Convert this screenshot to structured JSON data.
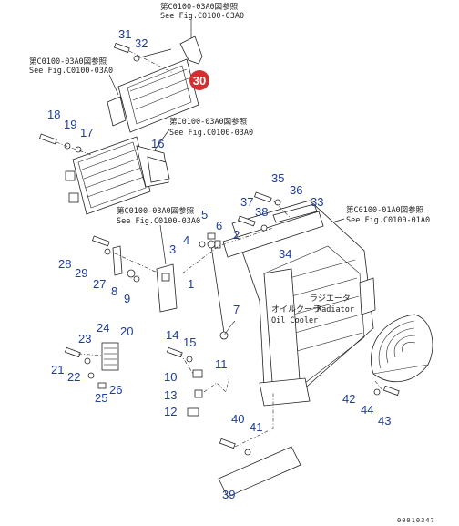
{
  "refs": {
    "top_jp": "第C0100-03A0図参照",
    "top_en": "See Fig.C0100-03A0",
    "left_jp": "第C0100-03A0図参照",
    "left_en": "See Fig.C0100-03A0",
    "mid_jp": "第C0100-03A0図参照",
    "mid_en": "See Fig.C0100-03A0",
    "lower_jp": "第C0100-03A0図参照",
    "lower_en": "See Fig.C0100-03A0",
    "right_jp": "第C0100-01A0図参照",
    "right_en": "See Fig.C0100-01A0"
  },
  "labels": {
    "radiator_jp": "ラジエータ",
    "radiator_en": "Radiator",
    "oilcooler_jp": "オイルクーラ",
    "oilcooler_en": "Oil Cooler"
  },
  "highlight": {
    "number": "30",
    "color": "#d32f2f"
  },
  "callout_color": "#1d3c9c",
  "callouts": [
    {
      "n": "1"
    },
    {
      "n": "2"
    },
    {
      "n": "3"
    },
    {
      "n": "4"
    },
    {
      "n": "5"
    },
    {
      "n": "6"
    },
    {
      "n": "7"
    },
    {
      "n": "8"
    },
    {
      "n": "9"
    },
    {
      "n": "10"
    },
    {
      "n": "11"
    },
    {
      "n": "12"
    },
    {
      "n": "13"
    },
    {
      "n": "14"
    },
    {
      "n": "15"
    },
    {
      "n": "16"
    },
    {
      "n": "17"
    },
    {
      "n": "18"
    },
    {
      "n": "19"
    },
    {
      "n": "20"
    },
    {
      "n": "21"
    },
    {
      "n": "22"
    },
    {
      "n": "23"
    },
    {
      "n": "24"
    },
    {
      "n": "25"
    },
    {
      "n": "26"
    },
    {
      "n": "27"
    },
    {
      "n": "28"
    },
    {
      "n": "29"
    },
    {
      "n": "31"
    },
    {
      "n": "32"
    },
    {
      "n": "33"
    },
    {
      "n": "34"
    },
    {
      "n": "35"
    },
    {
      "n": "36"
    },
    {
      "n": "37"
    },
    {
      "n": "38"
    },
    {
      "n": "39"
    },
    {
      "n": "40"
    },
    {
      "n": "41"
    },
    {
      "n": "42"
    },
    {
      "n": "43"
    },
    {
      "n": "44"
    }
  ],
  "figure_code": "00010347"
}
